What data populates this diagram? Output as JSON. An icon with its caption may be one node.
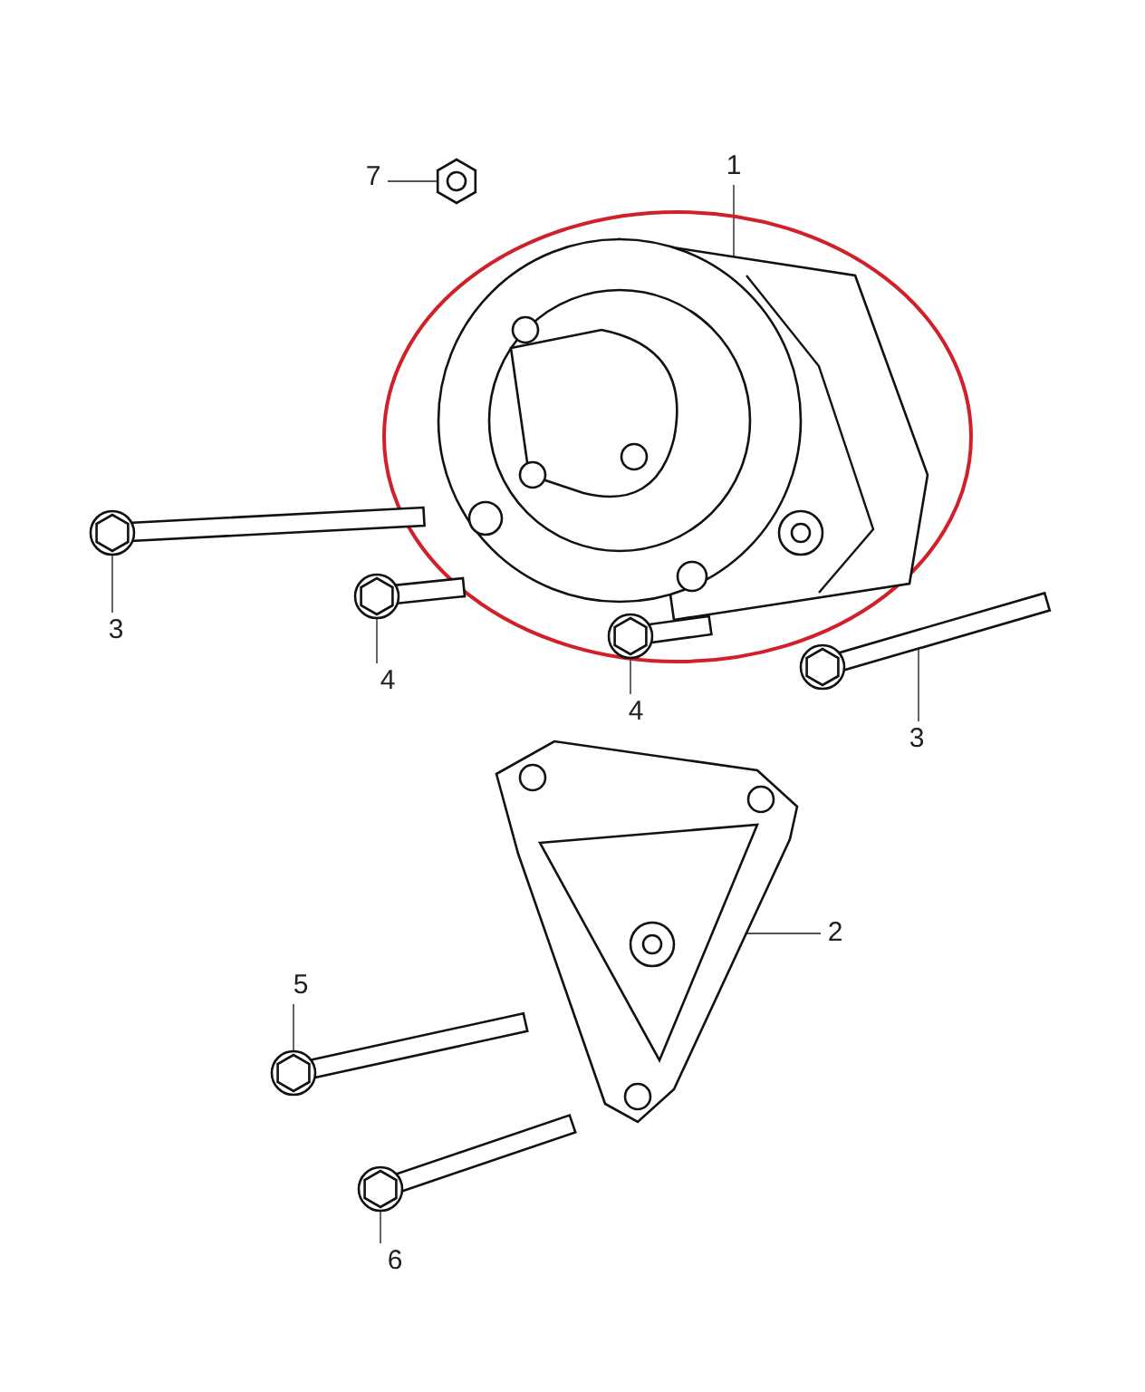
{
  "diagram": {
    "nodes": [
      {
        "text": [
          "7"
        ]
      },
      {
        "text": [],
        "shape": "nut"
      },
      {
        "text": [
          "1"
        ]
      },
      {
        "text": [],
        "shape": "alternator"
      },
      {
        "text": [
          "3"
        ]
      },
      {
        "text": [],
        "shape": "bolt"
      },
      {
        "text": [
          "4"
        ]
      },
      {
        "text": [],
        "shape": "bolt"
      },
      {
        "text": [
          "4"
        ]
      },
      {
        "text": [],
        "shape": "bolt"
      },
      {
        "text": [
          "3"
        ]
      },
      {
        "text": [],
        "shape": "bolt"
      },
      {
        "text": [
          "2"
        ]
      },
      {
        "text": [],
        "shape": "bracket"
      },
      {
        "text": [
          "5"
        ]
      },
      {
        "text": [],
        "shape": "bolt"
      },
      {
        "text": [
          "6"
        ]
      },
      {
        "text": [],
        "shape": "bolt"
      }
    ],
    "edges": [
      {
        "from": 0,
        "to": 1,
        "arrow": "none"
      },
      {
        "from": 2,
        "to": 3,
        "arrow": "none"
      },
      {
        "from": 4,
        "to": 5,
        "arrow": "none"
      },
      {
        "from": 6,
        "to": 7,
        "arrow": "none"
      },
      {
        "from": 8,
        "to": 9,
        "arrow": "none"
      },
      {
        "from": 10,
        "to": 11,
        "arrow": "none"
      },
      {
        "from": 12,
        "to": 13,
        "arrow": "none"
      },
      {
        "from": 14,
        "to": 15,
        "arrow": "none"
      },
      {
        "from": 16,
        "to": 17,
        "arrow": "none"
      }
    ]
  }
}
